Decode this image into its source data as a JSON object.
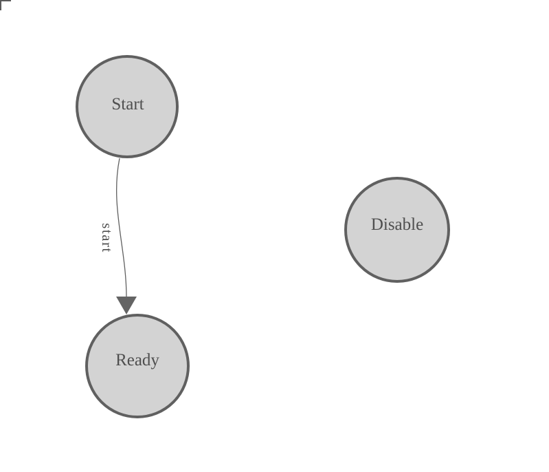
{
  "diagram": {
    "nodes": [
      {
        "id": "start",
        "label": "Start"
      },
      {
        "id": "ready",
        "label": "Ready"
      },
      {
        "id": "disable",
        "label": "Disable"
      }
    ],
    "edges": [
      {
        "from": "Start",
        "to": "Ready",
        "label": "start"
      }
    ],
    "colors": {
      "node_fill": "#d3d3d3",
      "node_stroke": "#606060",
      "label_text": "#4f4f4f",
      "edge_stroke": "#606060",
      "arrowhead_fill": "#646464",
      "background": "#ffffff"
    }
  }
}
